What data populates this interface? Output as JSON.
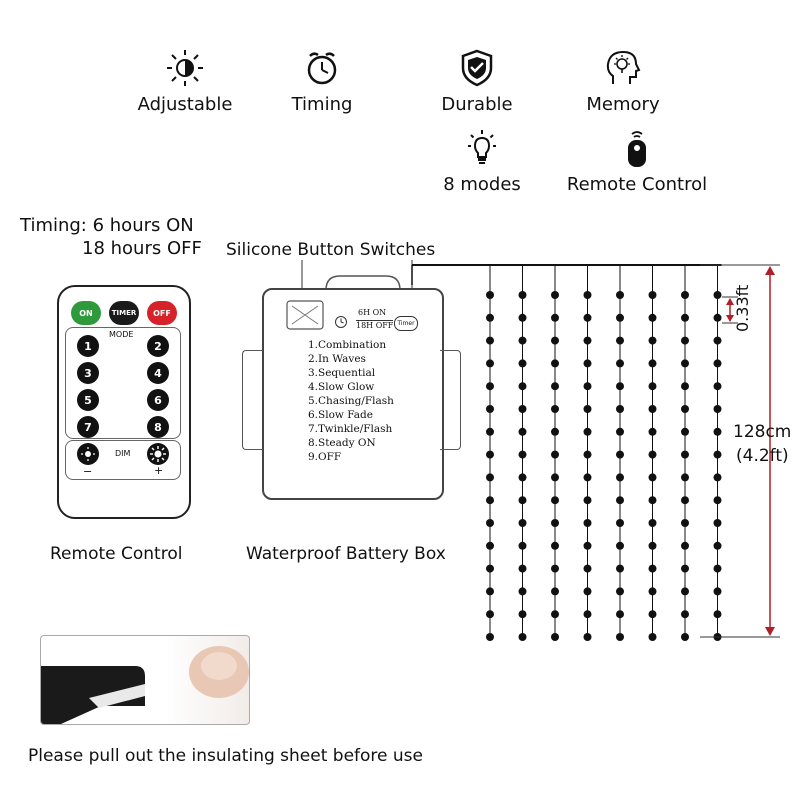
{
  "features": {
    "adjustable": "Adjustable",
    "timing": "Timing",
    "durable": "Durable",
    "memory": "Memory",
    "modes": "8 modes",
    "remote_control": "Remote Control"
  },
  "timing_note": {
    "line1": "Timing: 6 hours ON",
    "line2": "18 hours OFF"
  },
  "remote": {
    "on": "ON",
    "timer": "TIMER",
    "off": "OFF",
    "mode": "MODE",
    "dim": "DIM",
    "minus": "−",
    "plus": "+",
    "buttons": [
      "1",
      "2",
      "3",
      "4",
      "5",
      "6",
      "7",
      "8"
    ],
    "caption": "Remote Control"
  },
  "battery_box": {
    "title": "Silicone Button Switches",
    "timer_on": "6H ON",
    "timer_off": "18H OFF",
    "button_label": "Timer",
    "modes": [
      "1.Combination",
      "2.In Waves",
      "3.Sequential",
      "4.Slow Glow",
      "5.Chasing/Flash",
      "6.Slow Fade",
      "7.Twinkle/Flash",
      "8.Steady ON",
      "9.OFF"
    ],
    "caption": "Waterproof Battery Box"
  },
  "curtain": {
    "spacing_label": "0.33ft",
    "height_cm": "128cm",
    "height_ft": "(4.2ft)",
    "strand_count": 8,
    "beads_per_strand": 16
  },
  "notice": "Please pull out the insulating sheet before use",
  "colors": {
    "on_button": "#2e9a3c",
    "timer_button": "#1a1a1a",
    "off_button": "#d6232a",
    "dimension_line": "#b21e25"
  }
}
